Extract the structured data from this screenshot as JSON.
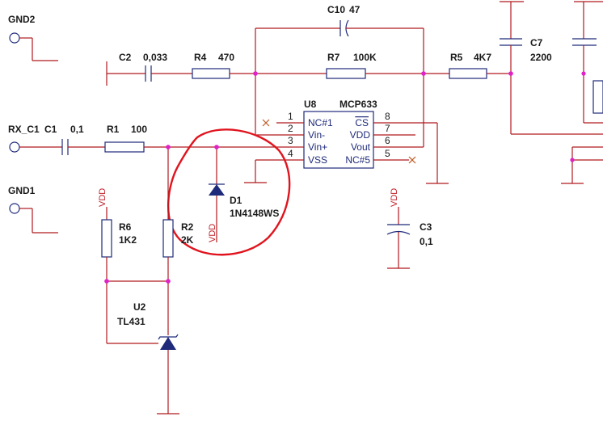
{
  "ports": {
    "gnd2": "GND2",
    "rx_c1": "RX_C1",
    "gnd1": "GND1"
  },
  "components": {
    "c1": {
      "ref": "C1",
      "value": "0,1"
    },
    "r1": {
      "ref": "R1",
      "value": "100"
    },
    "c2": {
      "ref": "C2",
      "value": "0,033"
    },
    "r4": {
      "ref": "R4",
      "value": "470"
    },
    "r7": {
      "ref": "R7",
      "value": "100K"
    },
    "c10": {
      "ref": "C10",
      "value": "47"
    },
    "r5": {
      "ref": "R5",
      "value": "4K7"
    },
    "c7": {
      "ref": "C7",
      "value": "2200"
    },
    "c3": {
      "ref": "C3",
      "value": "0,1"
    },
    "r6": {
      "ref": "R6",
      "value": "1K2"
    },
    "r2": {
      "ref": "R2",
      "value": "2K"
    },
    "d1": {
      "ref": "D1",
      "value": "1N4148WS"
    },
    "u2": {
      "ref": "U2",
      "value": "TL431"
    },
    "u8": {
      "ref": "U8",
      "value": "MCP633",
      "left_pins": [
        {
          "num": "1",
          "name": "NC#1"
        },
        {
          "num": "2",
          "name": "Vin-"
        },
        {
          "num": "3",
          "name": "Vin+"
        },
        {
          "num": "4",
          "name": "VSS"
        }
      ],
      "right_pins": [
        {
          "num": "8",
          "name": "CS"
        },
        {
          "num": "7",
          "name": "VDD"
        },
        {
          "num": "6",
          "name": "Vout"
        },
        {
          "num": "5",
          "name": "NC#5"
        }
      ]
    }
  },
  "power": {
    "vdd_r6": "VDD",
    "vdd_d1": "VDD",
    "vdd_c3": "VDD"
  },
  "colors": {
    "wire": "#b0191e",
    "component": "#1f2a7a",
    "junction": "#e020c8",
    "highlight_circle": "#e0141e"
  }
}
